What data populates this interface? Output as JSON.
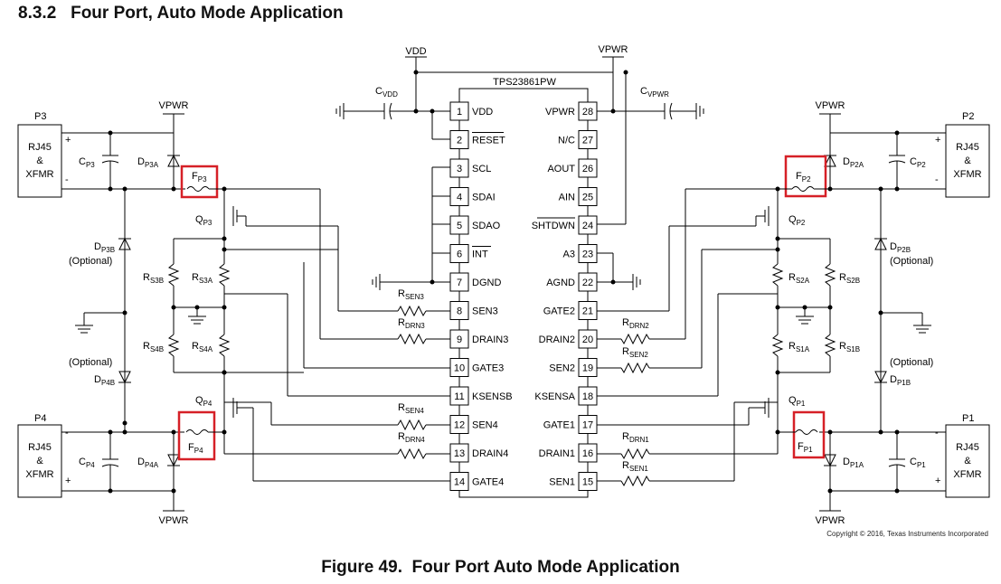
{
  "section": {
    "heading": "8.3.2   Four Port, Auto Mode Application"
  },
  "figure": {
    "caption": "Figure 49.  Four Port Auto Mode Application",
    "copyright": "Copyright © 2016, Texas Instruments Incorporated"
  },
  "ic": {
    "name": "TPS23861PW",
    "left_pins": [
      {
        "num": "1",
        "name": "VDD"
      },
      {
        "num": "2",
        "name": "RESET"
      },
      {
        "num": "3",
        "name": "SCL"
      },
      {
        "num": "4",
        "name": "SDAI"
      },
      {
        "num": "5",
        "name": "SDAO"
      },
      {
        "num": "6",
        "name": "INT"
      },
      {
        "num": "7",
        "name": "DGND"
      },
      {
        "num": "8",
        "name": "SEN3"
      },
      {
        "num": "9",
        "name": "DRAIN3"
      },
      {
        "num": "10",
        "name": "GATE3"
      },
      {
        "num": "11",
        "name": "KSENSB"
      },
      {
        "num": "12",
        "name": "SEN4"
      },
      {
        "num": "13",
        "name": "DRAIN4"
      },
      {
        "num": "14",
        "name": "GATE4"
      }
    ],
    "right_pins": [
      {
        "num": "28",
        "name": "VPWR"
      },
      {
        "num": "27",
        "name": "N/C"
      },
      {
        "num": "26",
        "name": "AOUT"
      },
      {
        "num": "25",
        "name": "AIN"
      },
      {
        "num": "24",
        "name": "SHTDWN"
      },
      {
        "num": "23",
        "name": "A3"
      },
      {
        "num": "22",
        "name": "AGND"
      },
      {
        "num": "21",
        "name": "GATE2"
      },
      {
        "num": "20",
        "name": "DRAIN2"
      },
      {
        "num": "19",
        "name": "SEN2"
      },
      {
        "num": "18",
        "name": "KSENSA"
      },
      {
        "num": "17",
        "name": "GATE1"
      },
      {
        "num": "16",
        "name": "DRAIN1"
      },
      {
        "num": "15",
        "name": "SEN1"
      }
    ]
  },
  "supplies": {
    "vdd": "VDD",
    "vpwr": "VPWR"
  },
  "ports": {
    "p3": {
      "label": "P3",
      "xfmr": [
        "RJ45",
        "&",
        "XFMR"
      ]
    },
    "p2": {
      "label": "P2",
      "xfmr": [
        "RJ45",
        "&",
        "XFMR"
      ]
    },
    "p4": {
      "label": "P4",
      "xfmr": [
        "RJ45",
        "&",
        "XFMR"
      ]
    },
    "p1": {
      "label": "P1",
      "xfmr": [
        "RJ45",
        "&",
        "XFMR"
      ]
    }
  },
  "components": {
    "cvdd": {
      "base": "C",
      "sub": "VDD"
    },
    "cvpwr": {
      "base": "C",
      "sub": "VPWR"
    },
    "cp3": {
      "base": "C",
      "sub": "P3"
    },
    "cp2": {
      "base": "C",
      "sub": "P2"
    },
    "cp4": {
      "base": "C",
      "sub": "P4"
    },
    "cp1": {
      "base": "C",
      "sub": "P1"
    },
    "dp3a": {
      "base": "D",
      "sub": "P3A"
    },
    "dp2a": {
      "base": "D",
      "sub": "P2A"
    },
    "dp4a": {
      "base": "D",
      "sub": "P4A"
    },
    "dp1a": {
      "base": "D",
      "sub": "P1A"
    },
    "dp3b": {
      "base": "D",
      "sub": "P3B"
    },
    "dp2b": {
      "base": "D",
      "sub": "P2B"
    },
    "dp4b": {
      "base": "D",
      "sub": "P4B"
    },
    "dp1b": {
      "base": "D",
      "sub": "P1B"
    },
    "fp3": {
      "base": "F",
      "sub": "P3"
    },
    "fp2": {
      "base": "F",
      "sub": "P2"
    },
    "fp4": {
      "base": "F",
      "sub": "P4"
    },
    "fp1": {
      "base": "F",
      "sub": "P1"
    },
    "qp3": {
      "base": "Q",
      "sub": "P3"
    },
    "qp2": {
      "base": "Q",
      "sub": "P2"
    },
    "qp4": {
      "base": "Q",
      "sub": "P4"
    },
    "qp1": {
      "base": "Q",
      "sub": "P1"
    },
    "rs3b": {
      "base": "R",
      "sub": "S3B"
    },
    "rs3a": {
      "base": "R",
      "sub": "S3A"
    },
    "rs4b": {
      "base": "R",
      "sub": "S4B"
    },
    "rs4a": {
      "base": "R",
      "sub": "S4A"
    },
    "rs2a": {
      "base": "R",
      "sub": "S2A"
    },
    "rs2b": {
      "base": "R",
      "sub": "S2B"
    },
    "rs1a": {
      "base": "R",
      "sub": "S1A"
    },
    "rs1b": {
      "base": "R",
      "sub": "S1B"
    },
    "rsen3": {
      "base": "R",
      "sub": "SEN3"
    },
    "rdrn3": {
      "base": "R",
      "sub": "DRN3"
    },
    "rsen4": {
      "base": "R",
      "sub": "SEN4"
    },
    "rdrn4": {
      "base": "R",
      "sub": "DRN4"
    },
    "rdrn2": {
      "base": "R",
      "sub": "DRN2"
    },
    "rsen2": {
      "base": "R",
      "sub": "SEN2"
    },
    "rdrn1": {
      "base": "R",
      "sub": "DRN1"
    },
    "rsen1": {
      "base": "R",
      "sub": "SEN1"
    }
  },
  "optional_label": "(Optional)",
  "colors": {
    "highlight": "#d62027",
    "ink": "#000000"
  }
}
